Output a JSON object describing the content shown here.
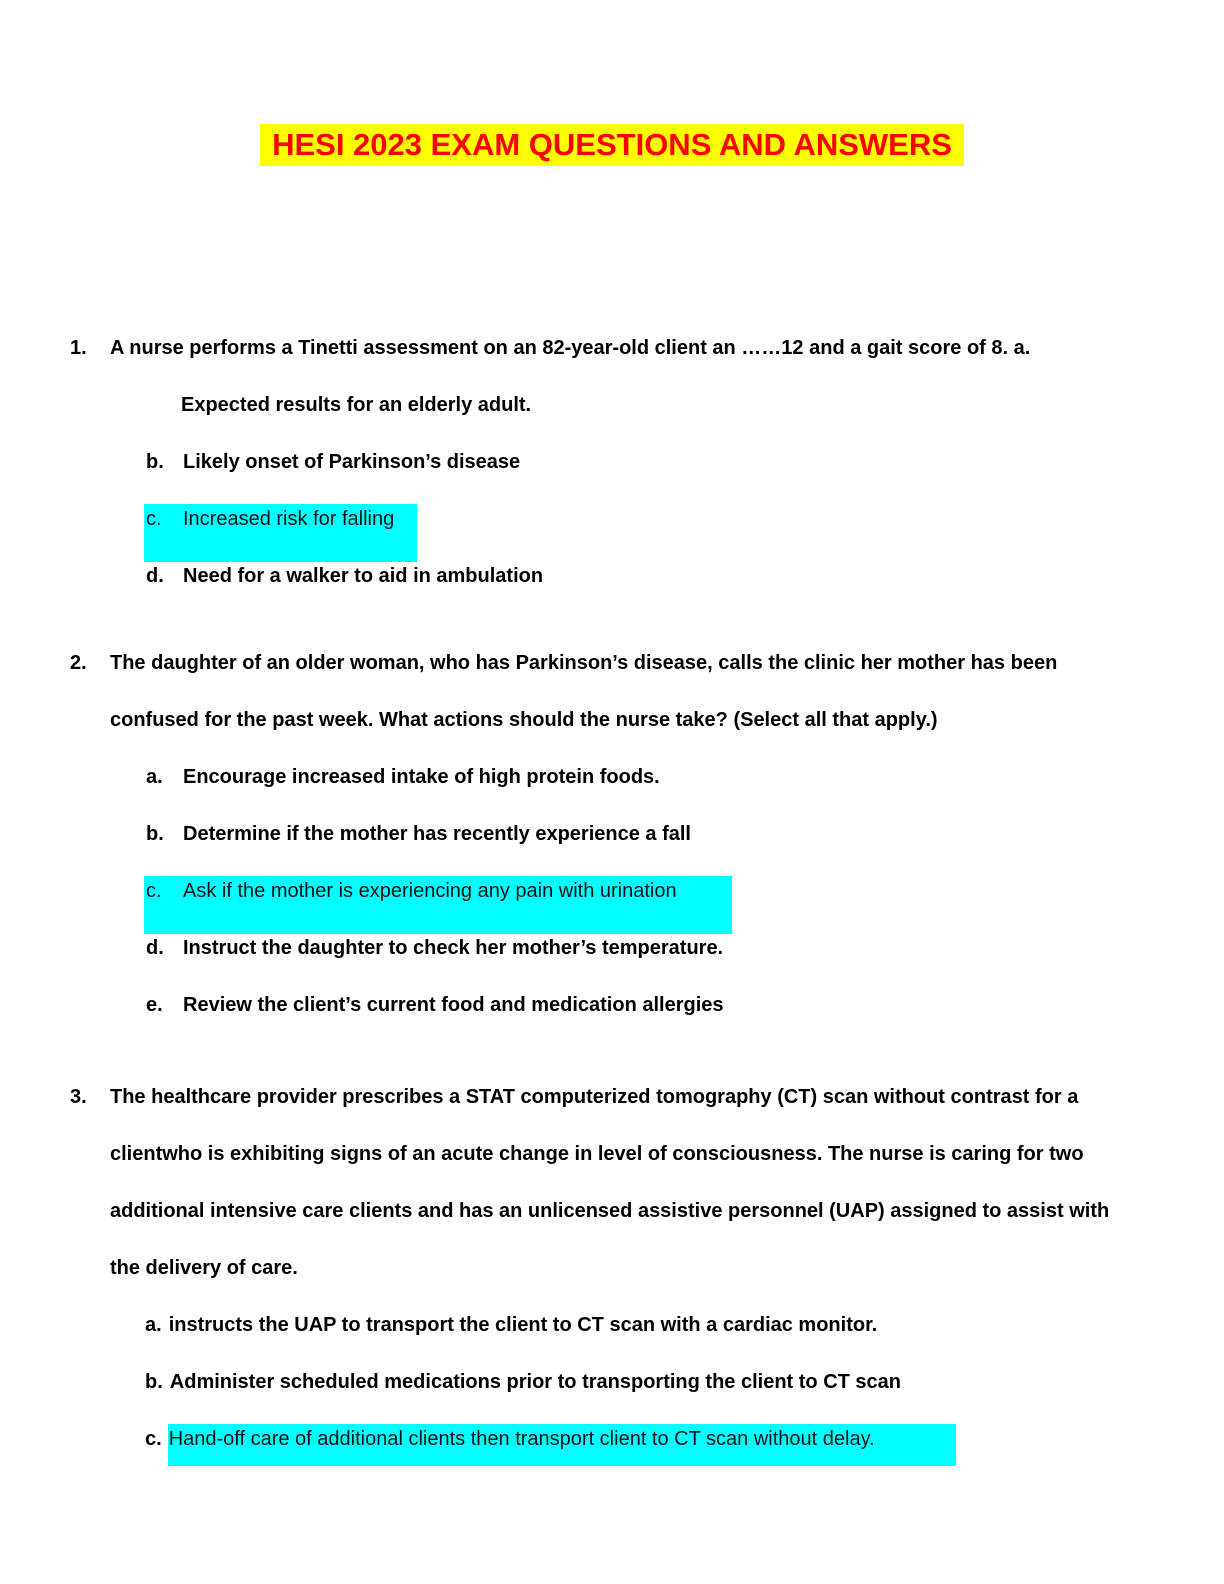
{
  "title": "HESI 2023 EXAM QUESTIONS AND ANSWERS",
  "colors": {
    "title_text": "#FF0000",
    "title_highlight": "#FFFF00",
    "answer_highlight": "#00FFFF",
    "body_text": "#000000"
  },
  "questions": [
    {
      "number": "1.",
      "lines": [
        "A nurse performs a Tinetti assessment on an 82-year-old client an ……12 and a gait score of 8. a."
      ],
      "sub_line": "Expected results for an elderly adult.",
      "options": [
        {
          "letter": "b.",
          "text": "Likely onset of Parkinson’s disease",
          "highlighted": false
        },
        {
          "letter": "c.",
          "text": "Increased risk for falling",
          "highlighted": true
        },
        {
          "letter": "d.",
          "text": "Need for a walker to aid in ambulation",
          "highlighted": false
        }
      ]
    },
    {
      "number": "2.",
      "lines": [
        "The daughter of an older woman, who has Parkinson’s disease, calls the clinic her mother has been",
        "confused for the past week.  What actions should the nurse take? (Select all that apply.)"
      ],
      "options": [
        {
          "letter": "a.",
          "text": "Encourage increased intake of high protein foods.",
          "highlighted": false
        },
        {
          "letter": "b.",
          "text": "Determine if the mother has recently experience a fall",
          "highlighted": false
        },
        {
          "letter": "c.",
          "text": "Ask if the mother is experiencing any pain with urination",
          "highlighted": true
        },
        {
          "letter": "d.",
          "text": "Instruct the daughter to check her mother’s temperature.",
          "highlighted": false
        },
        {
          "letter": "e.",
          "text": "Review the client’s current food and medication allergies",
          "highlighted": false
        }
      ]
    },
    {
      "number": "3.",
      "lines": [
        "The healthcare provider prescribes a STAT computerized tomography (CT) scan without contrast for a",
        "clientwho is exhibiting signs of an acute change in level of consciousness. The nurse is caring for two",
        "additional intensive care clients and has an unlicensed assistive personnel (UAP) assigned to assist with",
        "the delivery of care."
      ],
      "options": [
        {
          "letter": "a.",
          "text": "instructs the UAP to transport the client to CT scan with a cardiac monitor.",
          "highlighted": false
        },
        {
          "letter": "b.",
          "text": "Administer scheduled medications prior to transporting the client to CT scan",
          "highlighted": false
        },
        {
          "letter": "c.",
          "text": "Hand-off care of additional clients then transport client to CT scan without delay.",
          "highlighted": true
        }
      ]
    }
  ]
}
